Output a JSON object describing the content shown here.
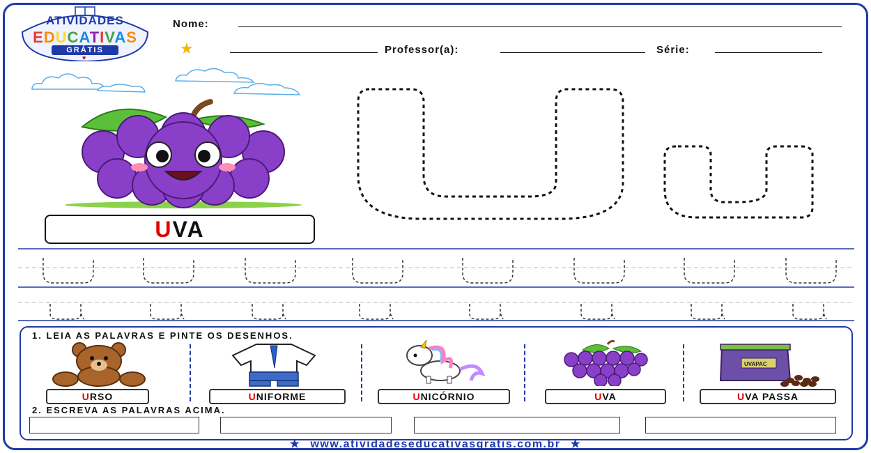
{
  "logo": {
    "line1": "ATIVIDADES",
    "line2": "EDUCATIVAS",
    "ribbon": "GRÁTIS"
  },
  "header": {
    "name_label": "Nome:",
    "teacher_label": "Professor(a):",
    "grade_label": "Série:"
  },
  "main": {
    "word_first": "U",
    "word_rest": "VA",
    "image_icon": "grape-cartoon"
  },
  "exercises": {
    "q1": "1.  LEIA  AS  PALAVRAS  E  PINTE  OS  DESENHOS.",
    "q2": "2.  ESCREVA  AS  PALAVRAS  ACIMA.",
    "items": [
      {
        "first": "U",
        "rest": "RSO",
        "icon": "teddy-bear-icon"
      },
      {
        "first": "U",
        "rest": "NIFORME",
        "icon": "uniform-icon"
      },
      {
        "first": "U",
        "rest": "NICÓRNIO",
        "icon": "unicorn-icon"
      },
      {
        "first": "U",
        "rest": "VA",
        "icon": "grape-icon"
      },
      {
        "first": "U",
        "rest": "VA PASSA",
        "icon": "raisin-bag-icon"
      }
    ],
    "raisin_bag_text": "UVAPAC"
  },
  "footer": {
    "url": "www.atividadeseducativasgratis.com.br"
  },
  "colors": {
    "border": "#1f3aa8",
    "accent_red": "#e00000",
    "grape": "#8a3fc9",
    "star": "#f5b800"
  }
}
